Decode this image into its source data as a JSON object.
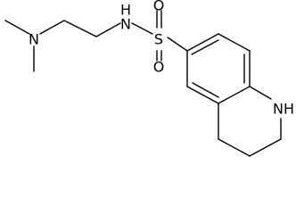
{
  "molecule": {
    "atoms": {
      "n_dimethyl": "N",
      "n_amide": "N",
      "n_amide_h": "H",
      "sulfur": "S",
      "oxygen_top": "O",
      "oxygen_bottom": "O",
      "n_ring": "NH"
    }
  }
}
